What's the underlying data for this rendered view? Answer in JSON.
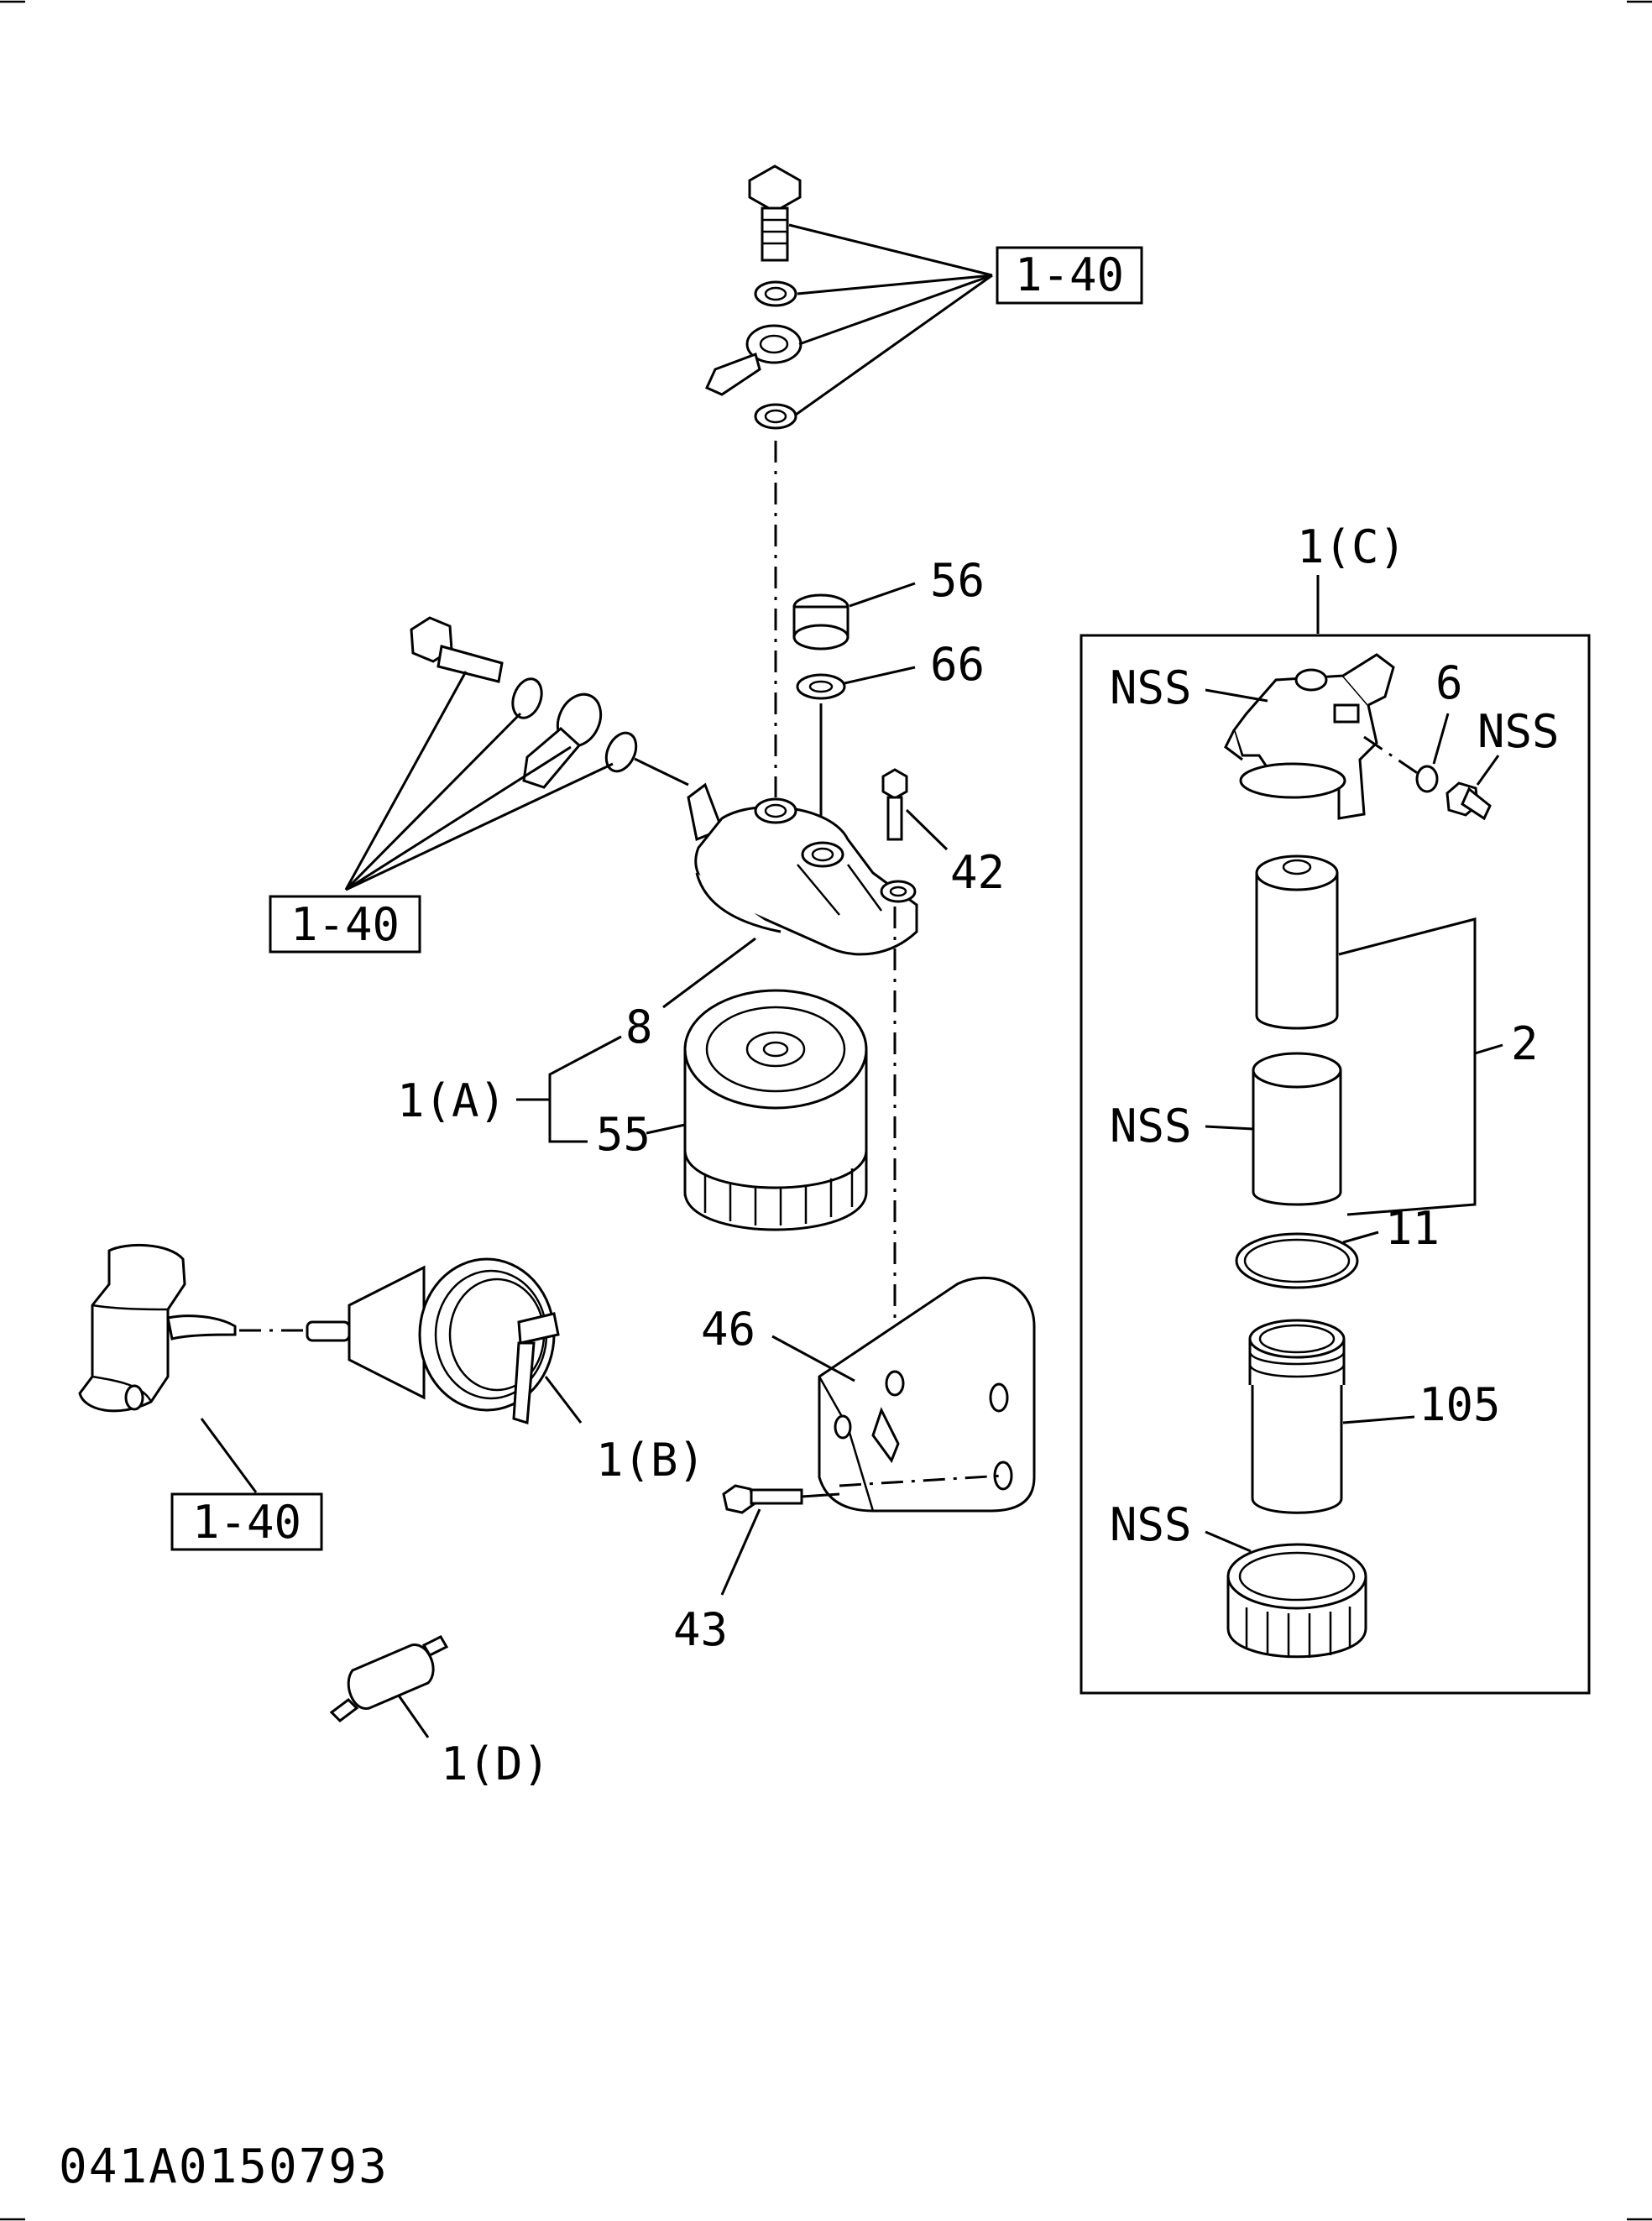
{
  "labels": {
    "ref_top": "1-40",
    "ref_left": "1-40",
    "ref_bottom": "1-40",
    "p56": "56",
    "p66": "66",
    "p42": "42",
    "p8": "8",
    "p1a": "1(A)",
    "p55": "55",
    "p1b": "1(B)",
    "p46": "46",
    "p43": "43",
    "p1d": "1(D)",
    "p1c": "1(C)",
    "nss1": "NSS",
    "p6": "6",
    "nss2": "NSS",
    "p2": "2",
    "nss3": "NSS",
    "p11": "11",
    "p105": "105",
    "nss4": "NSS"
  },
  "diagram_code": "041A0150793"
}
